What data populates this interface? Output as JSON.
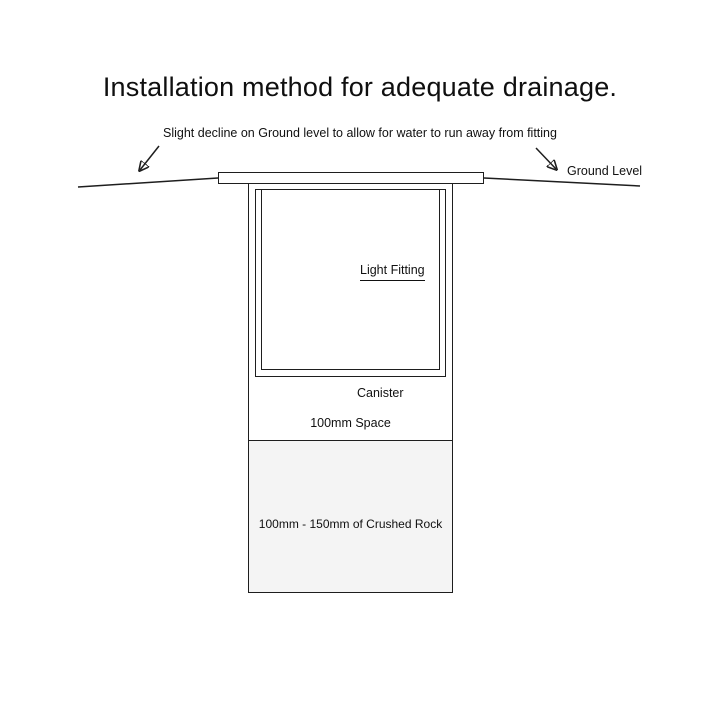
{
  "title": "Installation method for adequate drainage.",
  "annotations": {
    "decline_note": "Slight decline on Ground level to allow for water to run away from fitting",
    "ground_level": "Ground Level",
    "light_fitting": "Light Fitting",
    "canister": "Canister",
    "space": "100mm Space",
    "crushed_rock": "100mm - 150mm of Crushed Rock"
  },
  "colors": {
    "line": "#1e1e1e",
    "rock_fill": "#f4f4f4",
    "background": "#ffffff"
  }
}
